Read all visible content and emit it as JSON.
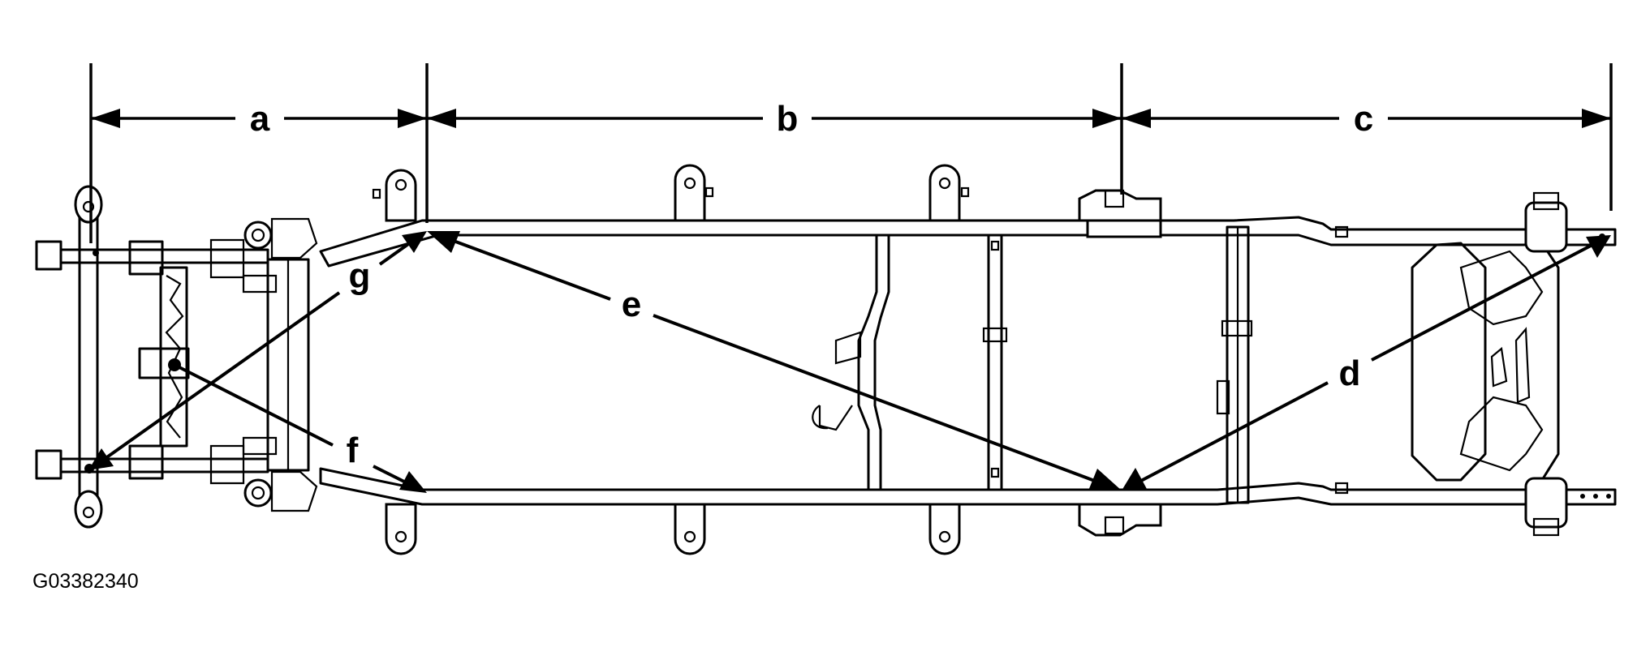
{
  "figure_id": "G03382340",
  "dimension_labels": {
    "a": "a",
    "b": "b",
    "c": "c"
  },
  "diagonal_labels": {
    "d": "d",
    "e": "e",
    "f": "f",
    "g": "g"
  }
}
